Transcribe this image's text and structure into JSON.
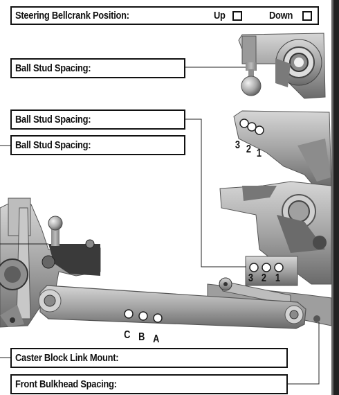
{
  "fields": {
    "steering_bellcrank": {
      "label": "Steering Bellcrank Position:",
      "option_up": "Up",
      "option_down": "Down"
    },
    "ball_stud_1": {
      "label": "Ball Stud Spacing:"
    },
    "ball_stud_2": {
      "label": "Ball Stud Spacing:"
    },
    "ball_stud_3": {
      "label": "Ball Stud Spacing:"
    },
    "caster_block": {
      "label": "Caster Block Link Mount:"
    },
    "front_bulkhead": {
      "label": "Front Bulkhead Spacing:"
    }
  },
  "hole_labels": {
    "upper_arm": [
      "3",
      "2",
      "1"
    ],
    "mid_block": [
      "3",
      "2",
      "1"
    ],
    "link": [
      "C",
      "B",
      "A"
    ]
  }
}
